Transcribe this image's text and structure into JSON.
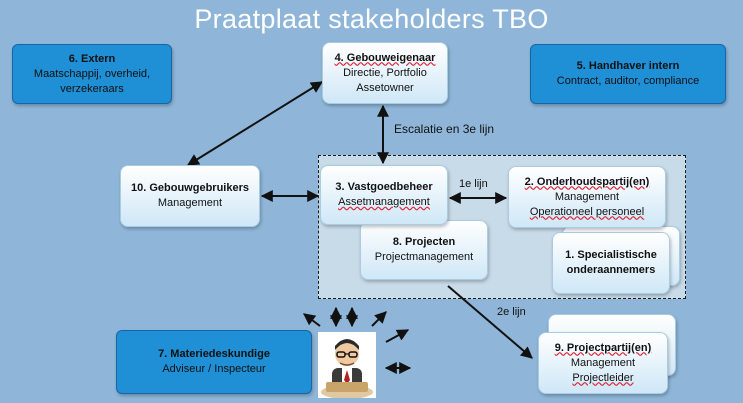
{
  "title": "Praatplaat stakeholders TBO",
  "boxes": {
    "extern": {
      "title": "6. Extern",
      "sub1": "Maatschappij, overheid,",
      "sub2": "verzekeraars"
    },
    "gebouweigenaar": {
      "title": "4. Gebouweigenaar",
      "sub1": "Directie, Portfolio",
      "sub2": "Assetowner"
    },
    "handhaver": {
      "title": "5. Handhaver intern",
      "sub1": "Contract, auditor, compliance"
    },
    "gebouwgebruikers": {
      "title": "10. Gebouwgebruikers",
      "sub1": "Management"
    },
    "vastgoedbeheer": {
      "title": "3. Vastgoedbeheer",
      "sub1": "Assetmanagement"
    },
    "onderhoudspartij": {
      "title": "2. Onderhoudspartij(en)",
      "sub1": "Management",
      "sub2": "Operationeel personeel"
    },
    "projecten": {
      "title": "8. Projecten",
      "sub1": "Projectmanagement"
    },
    "specialistische": {
      "title": "1. Specialistische",
      "sub1": "onderaannemers"
    },
    "materiedeskundige": {
      "title": "7. Materiedeskundige",
      "sub1": "Adviseur / Inspecteur"
    },
    "projectpartij": {
      "title": "9. Projectpartij(en)",
      "sub1": "Management",
      "sub2": "Projectleider"
    }
  },
  "labels": {
    "escalatie": "Escalatie en 3e lijn",
    "lijn1": "1e lijn",
    "lijn2": "2e lijn"
  },
  "colors": {
    "background": "#8fb6d8",
    "dark_box": "#1f8fd6",
    "light_box": "#e6f2fb"
  }
}
